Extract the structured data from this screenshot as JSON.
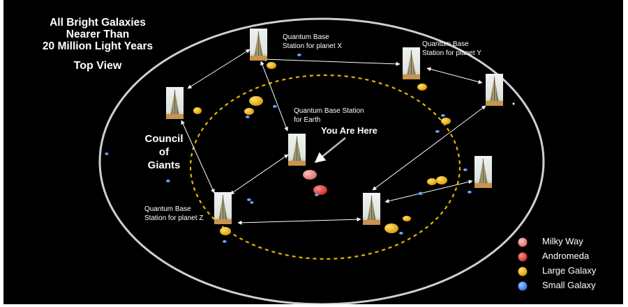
{
  "title": {
    "lines": [
      "All Bright Galaxies",
      "Nearer Than",
      "20 Million Light Years"
    ],
    "view": "Top View"
  },
  "council_label": [
    "Council",
    "of",
    "Giants"
  ],
  "you_are_here": "You Are Here",
  "station_labels": {
    "x": [
      "Quantum Base",
      "Station for planet  X"
    ],
    "y": [
      "Quantum Base",
      "Station for planet  Y"
    ],
    "earth": [
      "Quantum Base Station",
      "for  Earth"
    ],
    "z": [
      "Quantum Base",
      "Station for planet  Z"
    ]
  },
  "legend": [
    {
      "label": "Milky Way",
      "color": "#e88a8a"
    },
    {
      "label": "Andromeda",
      "color": "#d94a4a"
    },
    {
      "label": "Large Galaxy",
      "color": "#e8b400"
    },
    {
      "label": "Small Galaxy",
      "color": "#4a8ef0"
    }
  ],
  "colors": {
    "background": "#000000",
    "outer_ring": "#cccccc",
    "inner_ring": "#e8b400",
    "arrow": "#ffffff"
  }
}
